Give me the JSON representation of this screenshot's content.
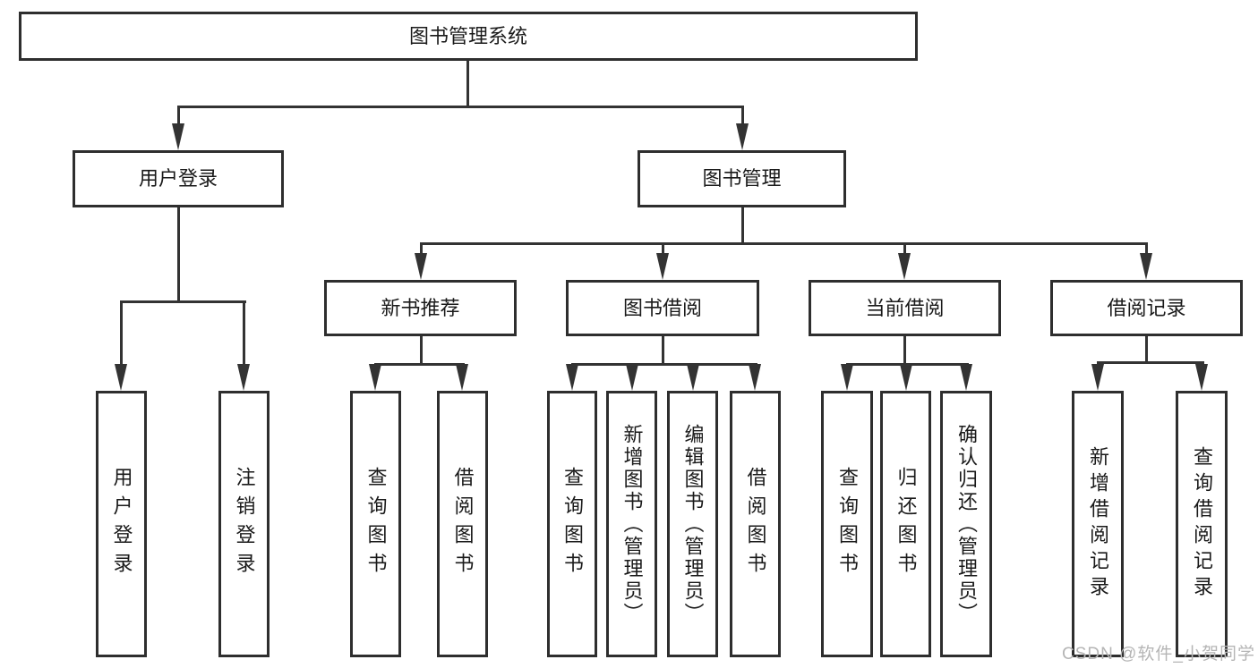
{
  "diagram": {
    "root": {
      "label": "图书管理系统"
    },
    "branches": [
      {
        "label": "用户登录",
        "children": [
          "用户登录",
          "注销登录"
        ]
      },
      {
        "label": "图书管理",
        "children": [
          {
            "label": "新书推荐",
            "children": [
              "查询图书",
              "借阅图书"
            ]
          },
          {
            "label": "图书借阅",
            "children": [
              "查询图书",
              "新增图书（管理员）",
              "编辑图书（管理员）",
              "借阅图书"
            ]
          },
          {
            "label": "当前借阅",
            "children": [
              "查询图书",
              "归还图书",
              "确认归还（管理员）"
            ]
          },
          {
            "label": "借阅记录",
            "children": [
              "新增借阅记录",
              "查询借阅记录"
            ]
          }
        ]
      }
    ],
    "colors": {
      "line": "#333333",
      "border": "#2e2e2e",
      "text": "#1a1a1a",
      "background": "#ffffff",
      "watermark": "#b5b5b5"
    }
  },
  "watermark": {
    "text": "CSDN @软件_小贺同学"
  }
}
